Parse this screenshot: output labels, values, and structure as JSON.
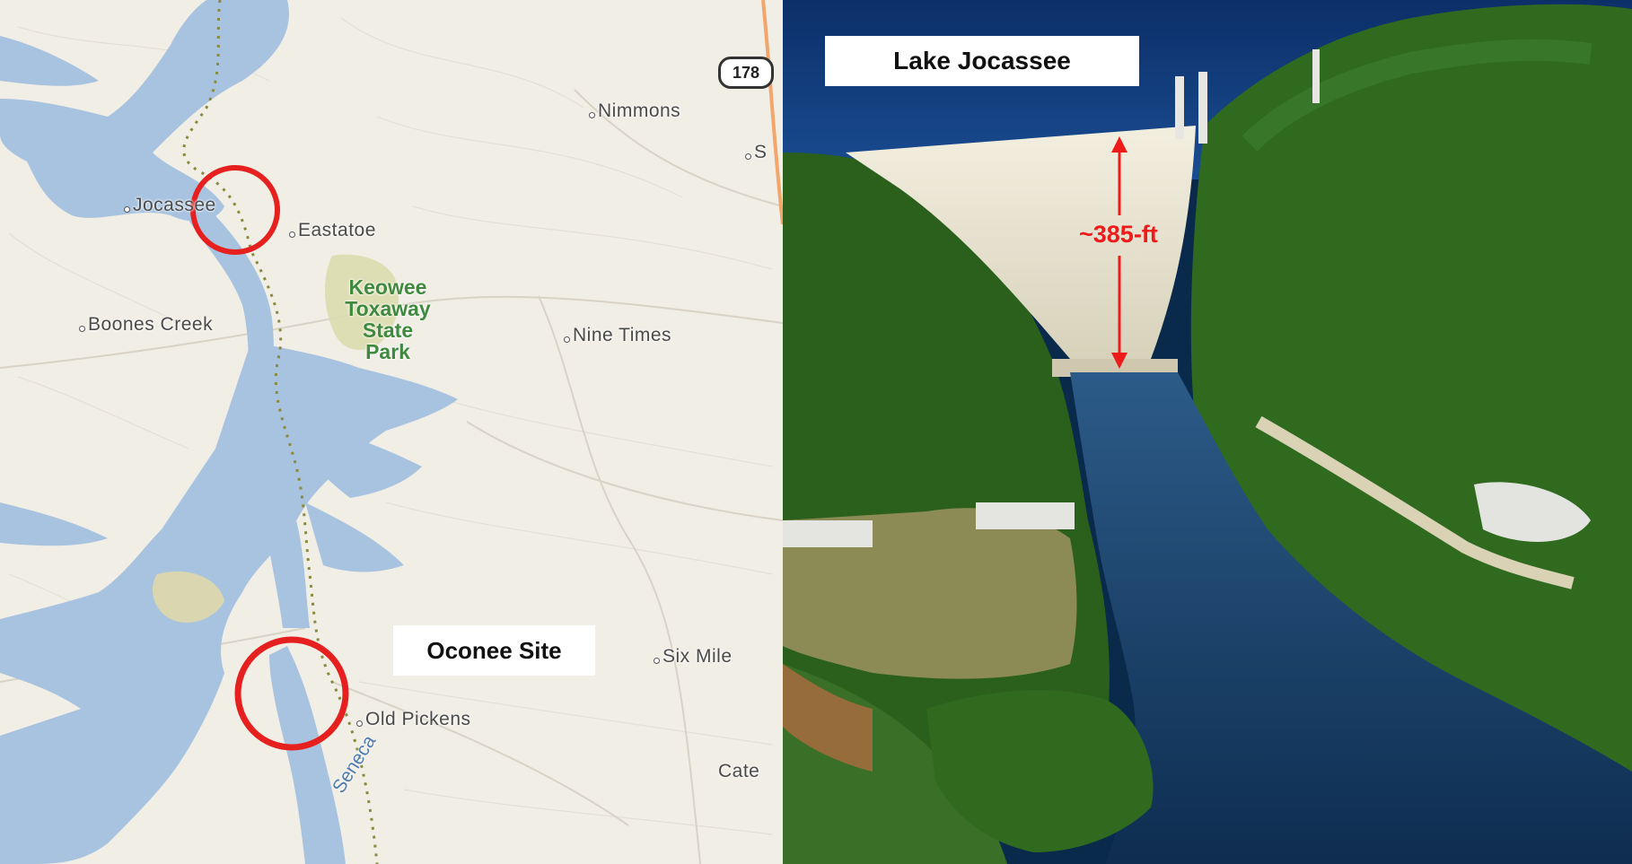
{
  "map": {
    "route_shield": "178",
    "places": {
      "nimmons": "Nimmons",
      "partial_s": "S",
      "jocassee": "Jocassee",
      "eastatoe": "Eastatoe",
      "boones_creek": "Boones Creek",
      "nine_times": "Nine Times",
      "six_mile": "Six Mile",
      "old_pickens": "Old Pickens",
      "cate": "Cate"
    },
    "park": {
      "line1": "Keowee",
      "line2": "Toxaway",
      "line3": "State",
      "line4": "Park"
    },
    "river": "Seneca",
    "callout": "Oconee Site",
    "colors": {
      "land": "#f1eee6",
      "water": "#a8c3e0",
      "park": "#dcdcae",
      "marker": "#e5201f",
      "boundary": "#8a8a3c"
    }
  },
  "photo": {
    "title": "Lake Jocassee",
    "height_annotation": "~385-ft",
    "colors": {
      "reservoir": "#0f3c7a",
      "forest": "#2f6a1f",
      "dam": "#e6e2cf",
      "river": "#1b3f66",
      "arrow": "#ee1b1b"
    }
  }
}
